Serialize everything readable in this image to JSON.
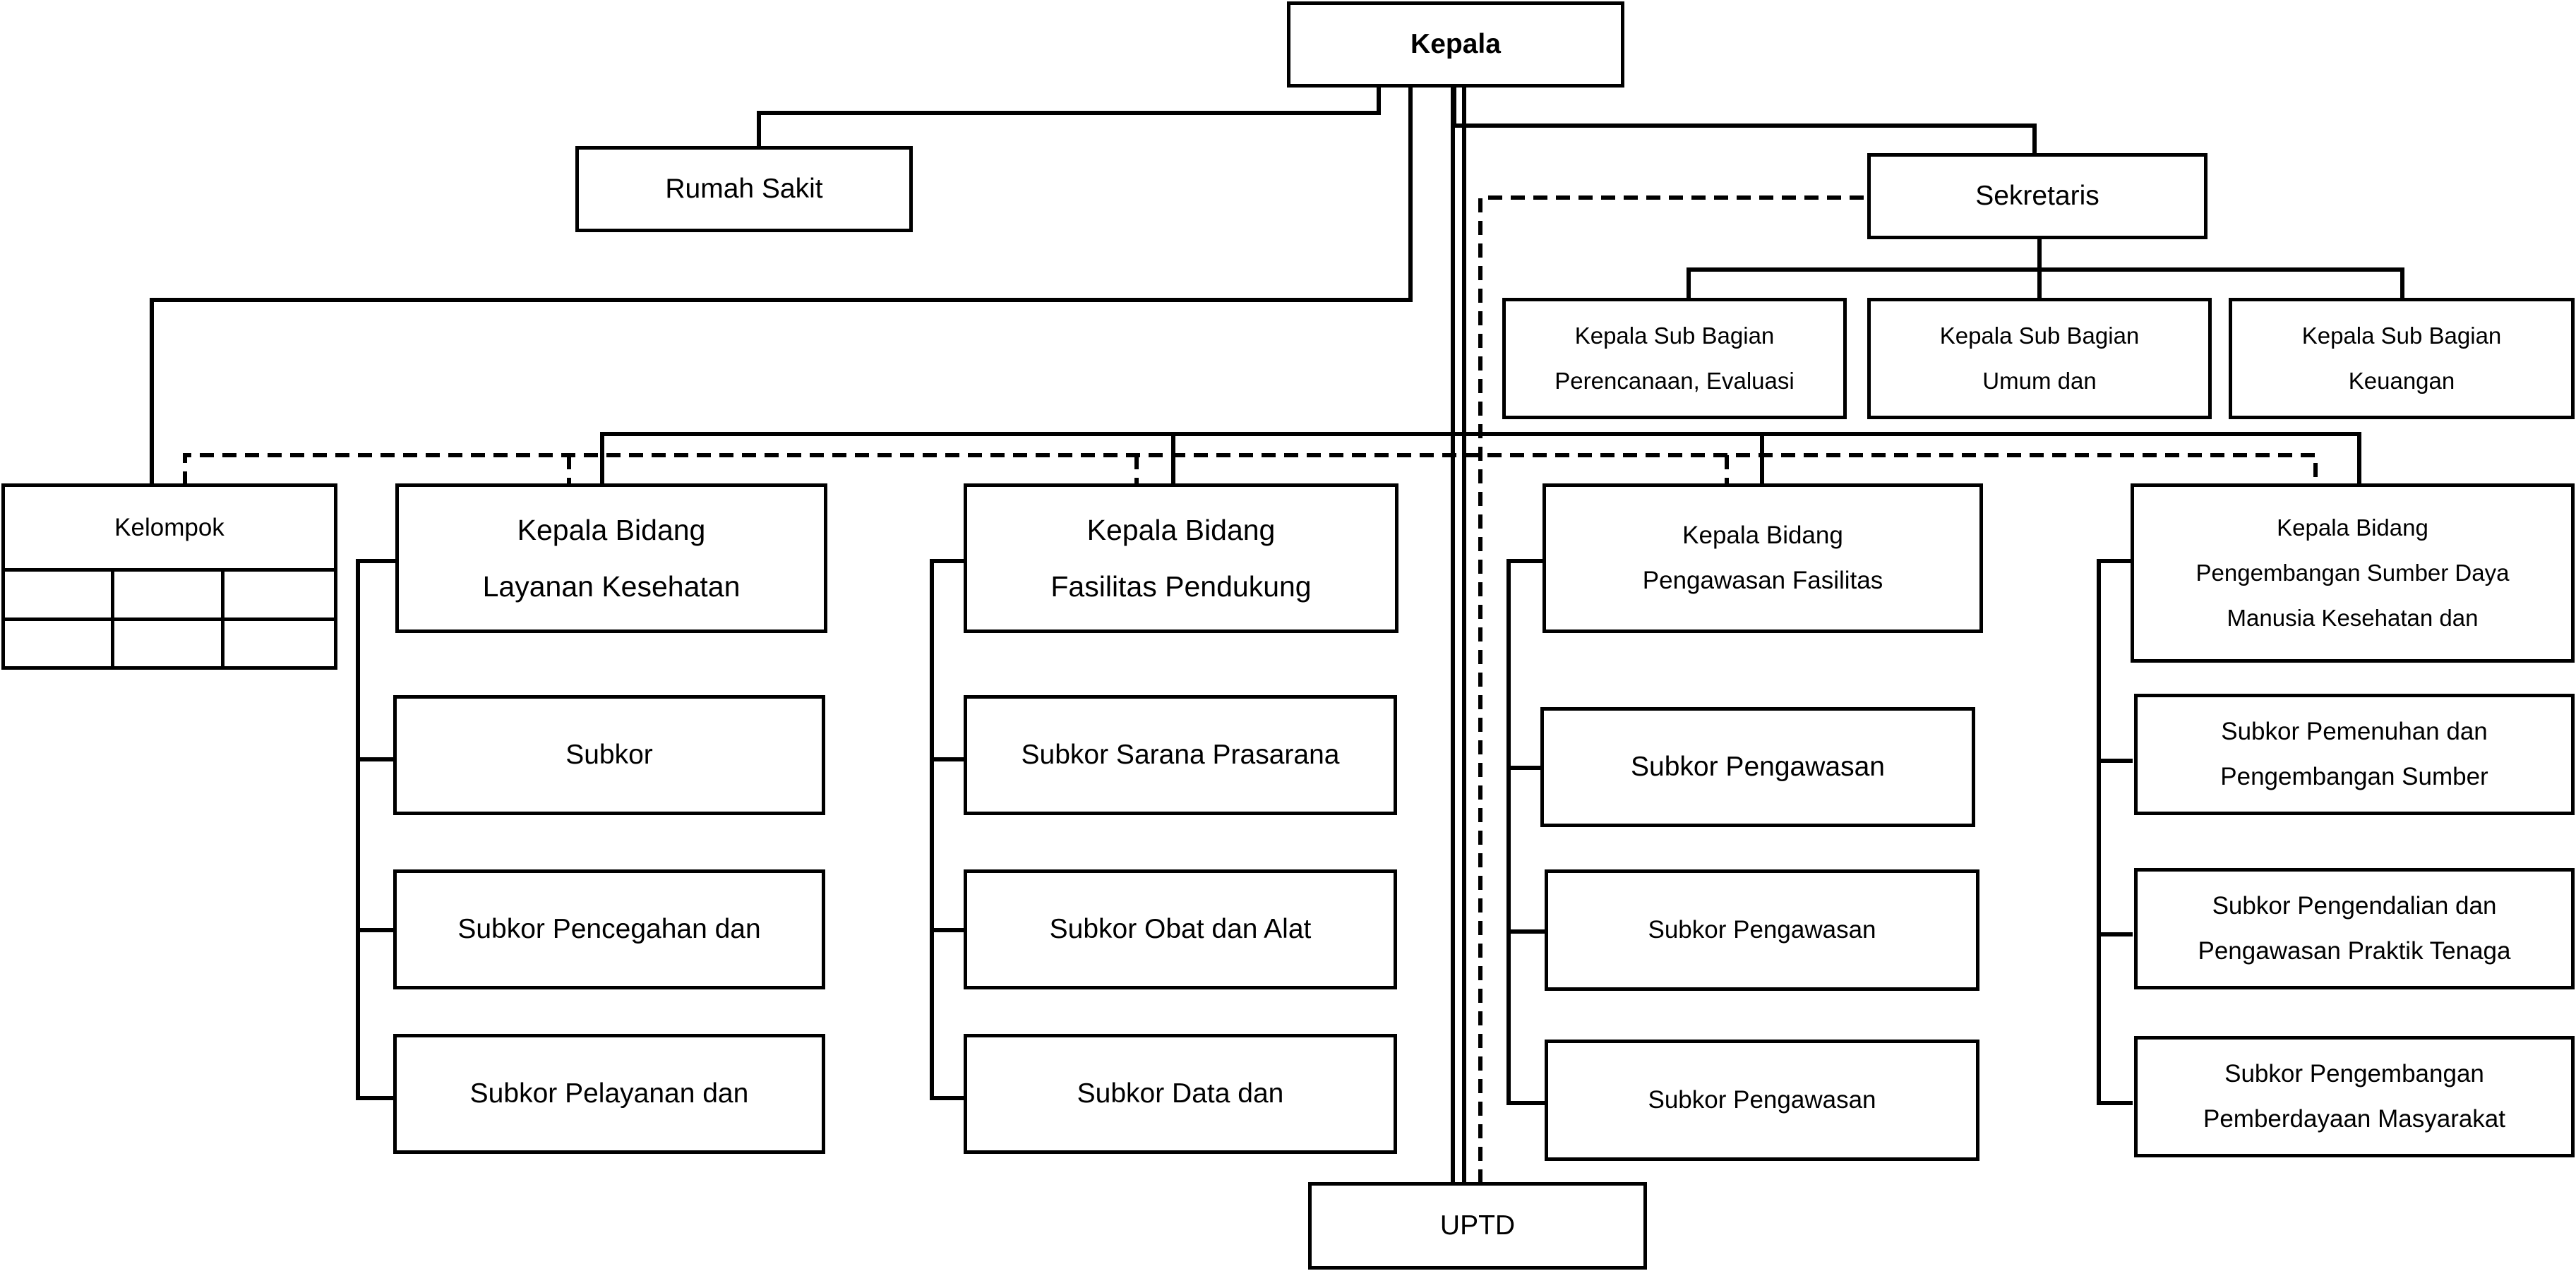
{
  "head": {
    "label": "Kepala"
  },
  "hospital": {
    "label": "Rumah Sakit"
  },
  "secretary": {
    "label": "Sekretaris"
  },
  "sub_sections": [
    {
      "line1": "Kepala  Sub Bagian",
      "line2": "Perencanaan,  Evaluasi"
    },
    {
      "line1": "Kepala  Sub Bagian",
      "line2": "Umum dan"
    },
    {
      "line1": "Kepala  Sub Bagian",
      "line2": "Keuangan"
    }
  ],
  "functional_group": {
    "label": "Kelompok"
  },
  "divisions": [
    {
      "head": {
        "line1": "Kepala Bidang",
        "line2": "Layanan Kesehatan"
      },
      "units": [
        {
          "line1": "Subkor"
        },
        {
          "line1": "Subkor Pencegahan dan"
        },
        {
          "line1": "Subkor Pelayanan dan"
        }
      ]
    },
    {
      "head": {
        "line1": "Kepala Bidang",
        "line2": "Fasilitas Pendukung"
      },
      "units": [
        {
          "line1": "Subkor Sarana Prasarana"
        },
        {
          "line1": "Subkor Obat dan Alat"
        },
        {
          "line1": "Subkor Data dan"
        }
      ]
    },
    {
      "head": {
        "line1": "Kepala Bidang",
        "line2": "Pengawasan Fasilitas"
      },
      "units": [
        {
          "line1": "Subkor Pengawasan"
        },
        {
          "line1": "Subkor Pengawasan"
        },
        {
          "line1": "Subkor Pengawasan"
        }
      ]
    },
    {
      "head": {
        "line1": "Kepala Bidang",
        "line2": "Pengembangan Sumber Daya",
        "line3": "Manusia Kesehatan dan"
      },
      "units": [
        {
          "line1": "Subkor Pemenuhan dan",
          "line2": "Pengembangan Sumber"
        },
        {
          "line1": "Subkor Pengendalian dan",
          "line2": "Pengawasan Praktik Tenaga"
        },
        {
          "line1": "Subkor Pengembangan",
          "line2": "Pemberdayaan Masyarakat"
        }
      ]
    }
  ],
  "uptd": {
    "label": "UPTD"
  }
}
